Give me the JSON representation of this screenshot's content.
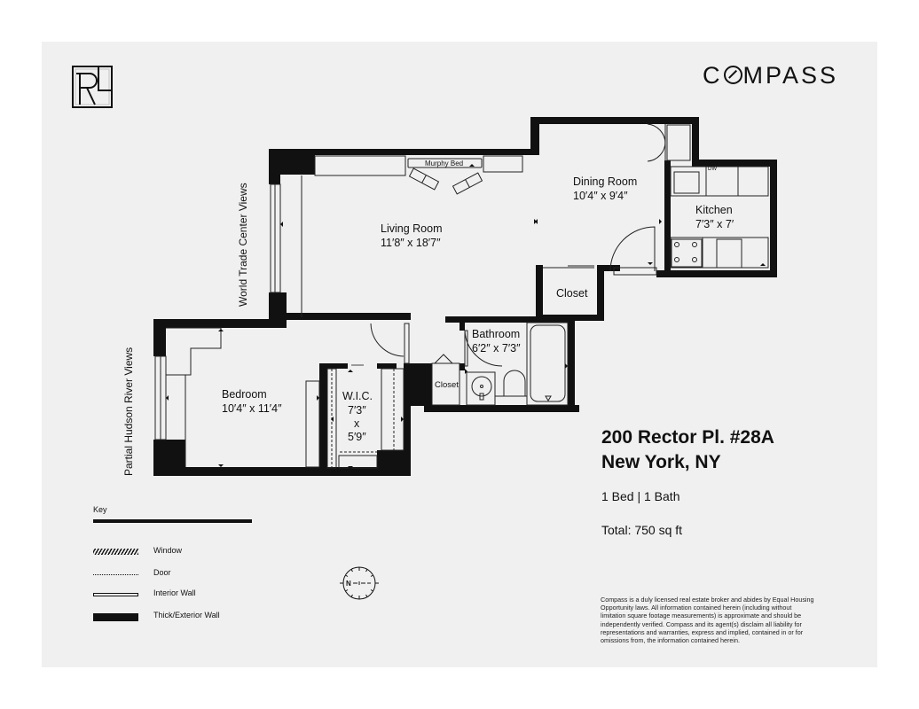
{
  "header": {
    "logo_left": "RL",
    "brand": "COMPASS"
  },
  "views": {
    "west_top": "World Trade Center Views",
    "west_bottom": "Partial Hudson River Views"
  },
  "rooms": {
    "living": {
      "name": "Living Room",
      "dims": "11′8″ x 18′7″"
    },
    "dining": {
      "name": "Dining Room",
      "dims": "10′4″ x 9′4″"
    },
    "kitchen": {
      "name": "Kitchen",
      "dims": "7′3″ x 7′"
    },
    "closet_main": {
      "name": "Closet"
    },
    "bathroom": {
      "name": "Bathroom",
      "dims": "6′2″ x 7′3″"
    },
    "closet_hall": {
      "name": "Closet"
    },
    "bedroom": {
      "name": "Bedroom",
      "dims": "10′4″ x 11′4″"
    },
    "wic": {
      "name": "W.I.C.",
      "dim1": "7′3″",
      "x": "x",
      "dim2": "5′9″"
    }
  },
  "fixtures": {
    "murphy_bed": "Murphy Bed",
    "dishwasher": "DW"
  },
  "listing": {
    "address_line1": "200 Rector Pl. #28A",
    "address_line2": "New York, NY",
    "bed_bath": "1 Bed | 1 Bath",
    "total": "Total:  750 sq ft"
  },
  "key": {
    "title": "Key",
    "items": [
      {
        "label": "Window"
      },
      {
        "label": "Door"
      },
      {
        "label": "Interior Wall"
      },
      {
        "label": "Thick/Exterior Wall"
      }
    ]
  },
  "compass": {
    "north_label": "N"
  },
  "disclaimer": "Compass is a duly licensed real estate broker and abides by Equal Housing Opportunity laws. All information contained herein (including without limitation square footage measurements) is approximate and should be independently verified. Compass and its agent(s) disclaim all liability for representations and warranties, express and implied, contained in or for omissions from, the information contained herein.",
  "colors": {
    "sheet": "#f0f0f0",
    "wall": "#111111",
    "page": "#ffffff"
  }
}
